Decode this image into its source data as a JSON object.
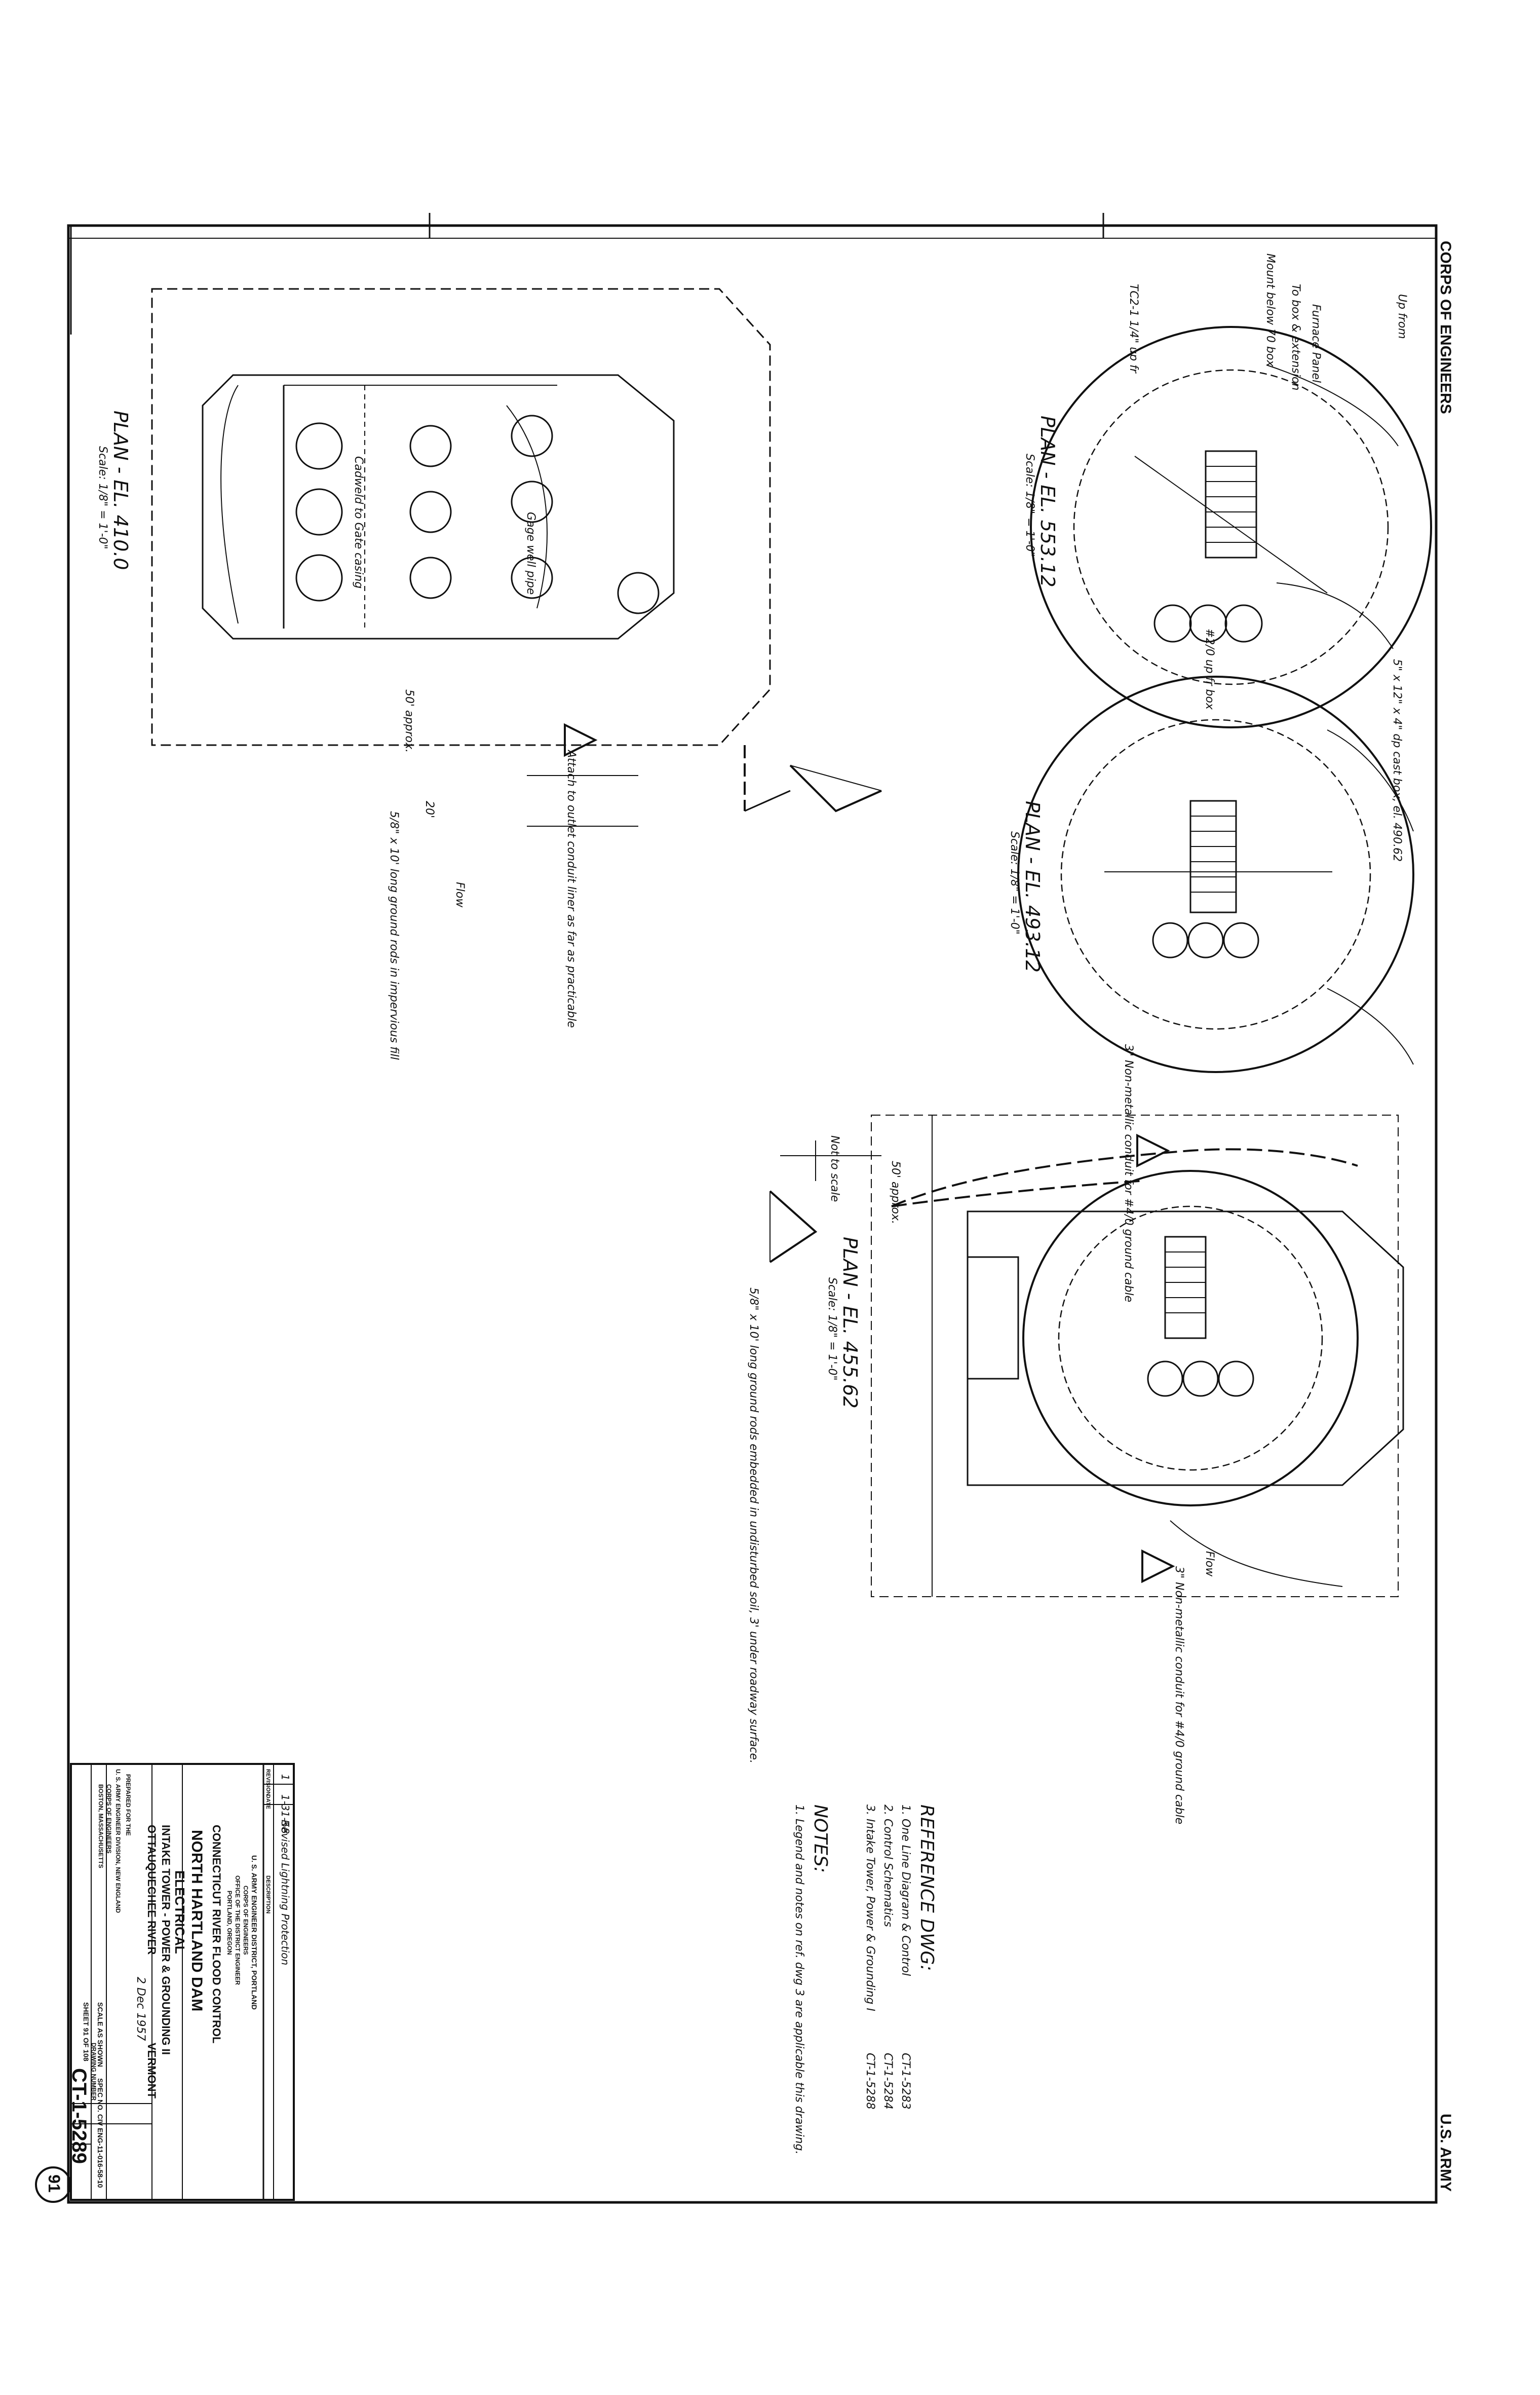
{
  "border": {
    "top_left": "CORPS OF ENGINEERS",
    "top_right": "U.S. ARMY"
  },
  "plans": [
    {
      "title": "PLAN - EL. 553.12",
      "scale": "Scale: 1/8\" = 1'-0\""
    },
    {
      "title": "PLAN - EL. 493.12",
      "scale": "Scale: 1/8\" = 1'-0\""
    },
    {
      "title": "PLAN - EL. 455.62",
      "scale": "Scale: 1/8\" = 1'-0\""
    },
    {
      "title": "PLAN - EL. 410.0",
      "scale": "Scale: 1/8\" = 1'-0\""
    }
  ],
  "callouts": {
    "up_from_553": "Up from",
    "furnace_panel": "Furnace Panel",
    "to_box_extension": "To box & extension",
    "mount_below": "Mount below 70 box",
    "circuit_tc2": "TC2-1 1/4\" up fr",
    "gate_well": "Gage well pipe",
    "cadweld": "Cadweld to Gate casing",
    "attach_outlet": "Attach to outlet conduit liner as far as practicable",
    "not_to_scale": "Not to scale",
    "ground_rods": "5/8\" x 10' long ground rods in impervious fill",
    "fifty_approx": "50' approx.",
    "twenty": "20'",
    "flow": "Flow",
    "nonmetallic_conduit": "3\" Non-metallic conduit for #4/0 ground cable",
    "embedded": "5/8\" x 10' long ground rods embedded in undisturbed soil, 3' under roadway surface.",
    "up_fr_box": "#2/0 up fr box",
    "wire_4_0": "#4/0",
    "cast_box": "5\" x 12\" x 4\" dp cast box, el. 490.62"
  },
  "reference": {
    "heading": "REFERENCE DWG:",
    "items": [
      {
        "text": "1. One Line Diagram & Control",
        "number": "CT-1-5283"
      },
      {
        "text": "2. Control Schematics",
        "number": "CT-1-5284"
      },
      {
        "text": "3. Intake Tower, Power & Grounding I",
        "number": "CT-1-5288"
      }
    ]
  },
  "notes": {
    "heading": "NOTES:",
    "items": [
      "1. Legend and notes on ref. dwg 3 are applicable this drawing."
    ]
  },
  "title_block": {
    "revision_mark": "1",
    "revision_date": "1-31-58",
    "revision_desc": "Revised Lightning Protection",
    "rev_col_revision": "REVISION",
    "rev_col_date": "DATE",
    "rev_col_desc": "DESCRIPTION",
    "office_line1": "U. S. ARMY ENGINEER DISTRICT, PORTLAND",
    "office_line2": "CORPS OF ENGINEERS",
    "office_line3": "OFFICE OF THE DISTRICT ENGINEER",
    "office_line4": "PORTLAND, OREGON",
    "project": "CONNECTICUT RIVER FLOOD CONTROL",
    "dam": "NORTH HARTLAND DAM",
    "discipline": "ELECTRICAL",
    "subject": "INTAKE TOWER - POWER & GROUNDING II",
    "river": "OTTAUQUECHEE RIVER",
    "state": "VERMONT",
    "date": "2 Dec 1957",
    "scale": "SCALE AS SHOWN",
    "spec": "SPEC NO. CIV ENG-11-016-58-10",
    "prepared_for": "PREPARED FOR THE",
    "prepared_for_2": "U. S. ARMY ENGINEER DIVISION, NEW ENGLAND",
    "prepared_for_3": "CORPS OF ENGINEERS",
    "prepared_for_4": "BOSTON, MASSACHUSETTS",
    "drawing_number_label": "DRAWING NUMBER",
    "sheet_label": "SHEET 91 OF 108",
    "drawing_number": "CT-1-5289",
    "sheet_circle": "91"
  }
}
